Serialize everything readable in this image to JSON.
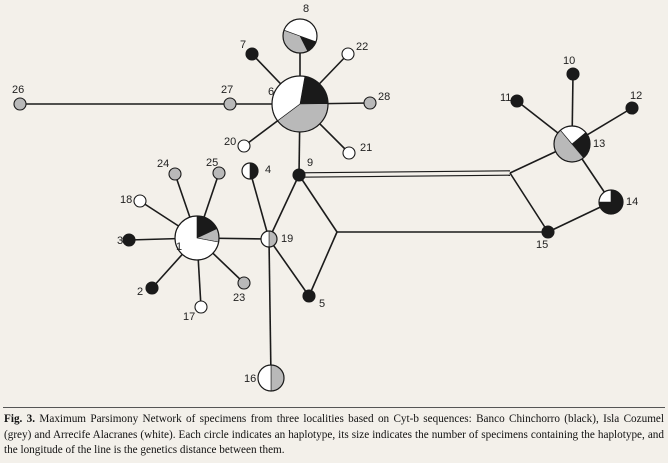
{
  "colors": {
    "black": "#1a1a1a",
    "grey": "#b9b9b9",
    "white": "#ffffff",
    "outline": "#1a1a1a"
  },
  "nodes": [
    {
      "id": "1",
      "label": "1",
      "shares": {
        "black": 0.18,
        "grey": 0.1,
        "white": 0.72
      }
    },
    {
      "id": "2",
      "label": "2",
      "shares": {
        "black": 1
      }
    },
    {
      "id": "3",
      "label": "3",
      "shares": {
        "black": 1
      }
    },
    {
      "id": "4",
      "label": "4",
      "shares": {
        "black": 0.5,
        "white": 0.5
      }
    },
    {
      "id": "5",
      "label": "5",
      "shares": {
        "black": 1
      }
    },
    {
      "id": "6",
      "label": "6",
      "shares": {
        "black": 0.22,
        "grey": 0.4,
        "white": 0.38
      }
    },
    {
      "id": "7",
      "label": "7",
      "shares": {
        "black": 1
      }
    },
    {
      "id": "8",
      "label": "8",
      "shares": {
        "black": 0.12,
        "grey": 0.38,
        "white": 0.5
      }
    },
    {
      "id": "9",
      "label": "9",
      "shares": {
        "black": 1
      }
    },
    {
      "id": "10",
      "label": "10",
      "shares": {
        "black": 1
      }
    },
    {
      "id": "11",
      "label": "11",
      "shares": {
        "black": 1
      }
    },
    {
      "id": "12",
      "label": "12",
      "shares": {
        "black": 1
      }
    },
    {
      "id": "13",
      "label": "13",
      "shares": {
        "black": 0.25,
        "grey": 0.5,
        "white": 0.25
      }
    },
    {
      "id": "14",
      "label": "14",
      "shares": {
        "black": 0.75,
        "white": 0.25
      }
    },
    {
      "id": "15",
      "label": "15",
      "shares": {
        "black": 1
      }
    },
    {
      "id": "16",
      "label": "16",
      "shares": {
        "grey": 0.5,
        "white": 0.5
      }
    },
    {
      "id": "17",
      "label": "17",
      "shares": {
        "white": 1
      }
    },
    {
      "id": "18",
      "label": "18",
      "shares": {
        "white": 1
      }
    },
    {
      "id": "19",
      "label": "19",
      "shares": {
        "grey": 0.5,
        "white": 0.5
      }
    },
    {
      "id": "20",
      "label": "20",
      "shares": {
        "white": 1
      }
    },
    {
      "id": "21",
      "label": "21",
      "shares": {
        "white": 1
      }
    },
    {
      "id": "22",
      "label": "22",
      "shares": {
        "white": 1
      }
    },
    {
      "id": "23",
      "label": "23",
      "shares": {
        "grey": 1
      }
    },
    {
      "id": "24",
      "label": "24",
      "shares": {
        "grey": 1
      }
    },
    {
      "id": "25",
      "label": "25",
      "shares": {
        "grey": 1
      }
    },
    {
      "id": "26",
      "label": "26",
      "shares": {
        "grey": 1
      }
    },
    {
      "id": "27",
      "label": "27",
      "shares": {
        "grey": 1
      }
    },
    {
      "id": "28",
      "label": "28",
      "shares": {
        "grey": 1
      }
    }
  ],
  "caption": {
    "prefix": "Fig. 3.",
    "text": " Maximum Parsimony Network of specimens from three localities based on Cyt-b sequences: Banco Chinchorro (black), Isla Cozumel (grey) and Arrecife Alacranes (white). Each circle indicates an haplotype, its size indicates the number of specimens containing the haplotype, and the longitude of the line is the genetics distance between them."
  }
}
